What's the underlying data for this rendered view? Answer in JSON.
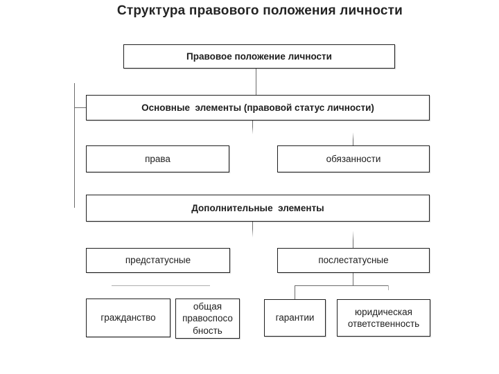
{
  "title": "Структура правового положения личности",
  "boxes": {
    "root": "Правовое положение личности",
    "main_elements": "Основные  элементы (правовой статус личности)",
    "rights": "права",
    "duties": "обязанности",
    "additional_elements": "Дополнительные  элементы",
    "pre_status": "предстатусные",
    "post_status": "послестатусные",
    "citizenship": "гражданство",
    "legal_capacity": "общая\nправоспосо\nбность",
    "guarantees": "гарантии",
    "legal_responsibility": "юридическая\nответственность"
  },
  "colors": {
    "background": "#ffffff",
    "box_border": "#1e1e1e",
    "text": "#1d1d1d",
    "connector": "#6b6b6b",
    "faded_connector": "#adadad"
  }
}
